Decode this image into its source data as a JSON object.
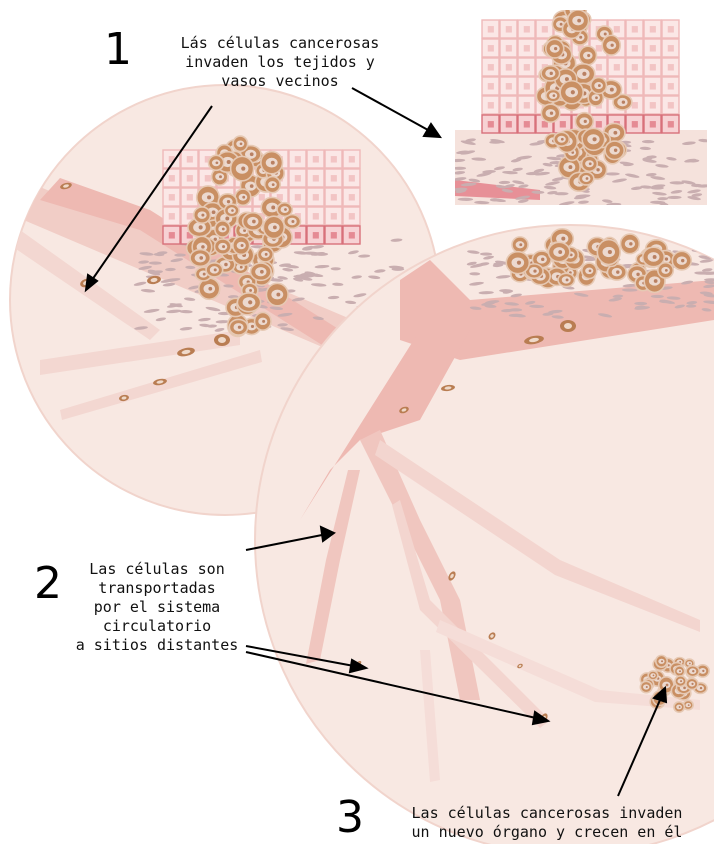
{
  "title": "",
  "steps": [
    {
      "number": "1",
      "lines": [
        "Lás células cancerosas",
        "invaden los tejidos y",
        "vasos vecinos"
      ]
    },
    {
      "number": "2",
      "lines": [
        "Las células son",
        "transportadas",
        "por el sistema",
        "circulatorio",
        "a sitios distantes"
      ]
    },
    {
      "number": "3",
      "lines": [
        "Las células cancerosas invaden",
        "un nuevo órgano y crecen en él"
      ]
    }
  ],
  "colors": {
    "tissue_bg": "#f8e8e2",
    "vessel": "#eeb9b2",
    "cell_fill": "#c98f63",
    "cell_border": "#b97d52",
    "epithelium": "#efb9b9",
    "epithelium_dark": "#d8707a",
    "text": "#000000"
  }
}
